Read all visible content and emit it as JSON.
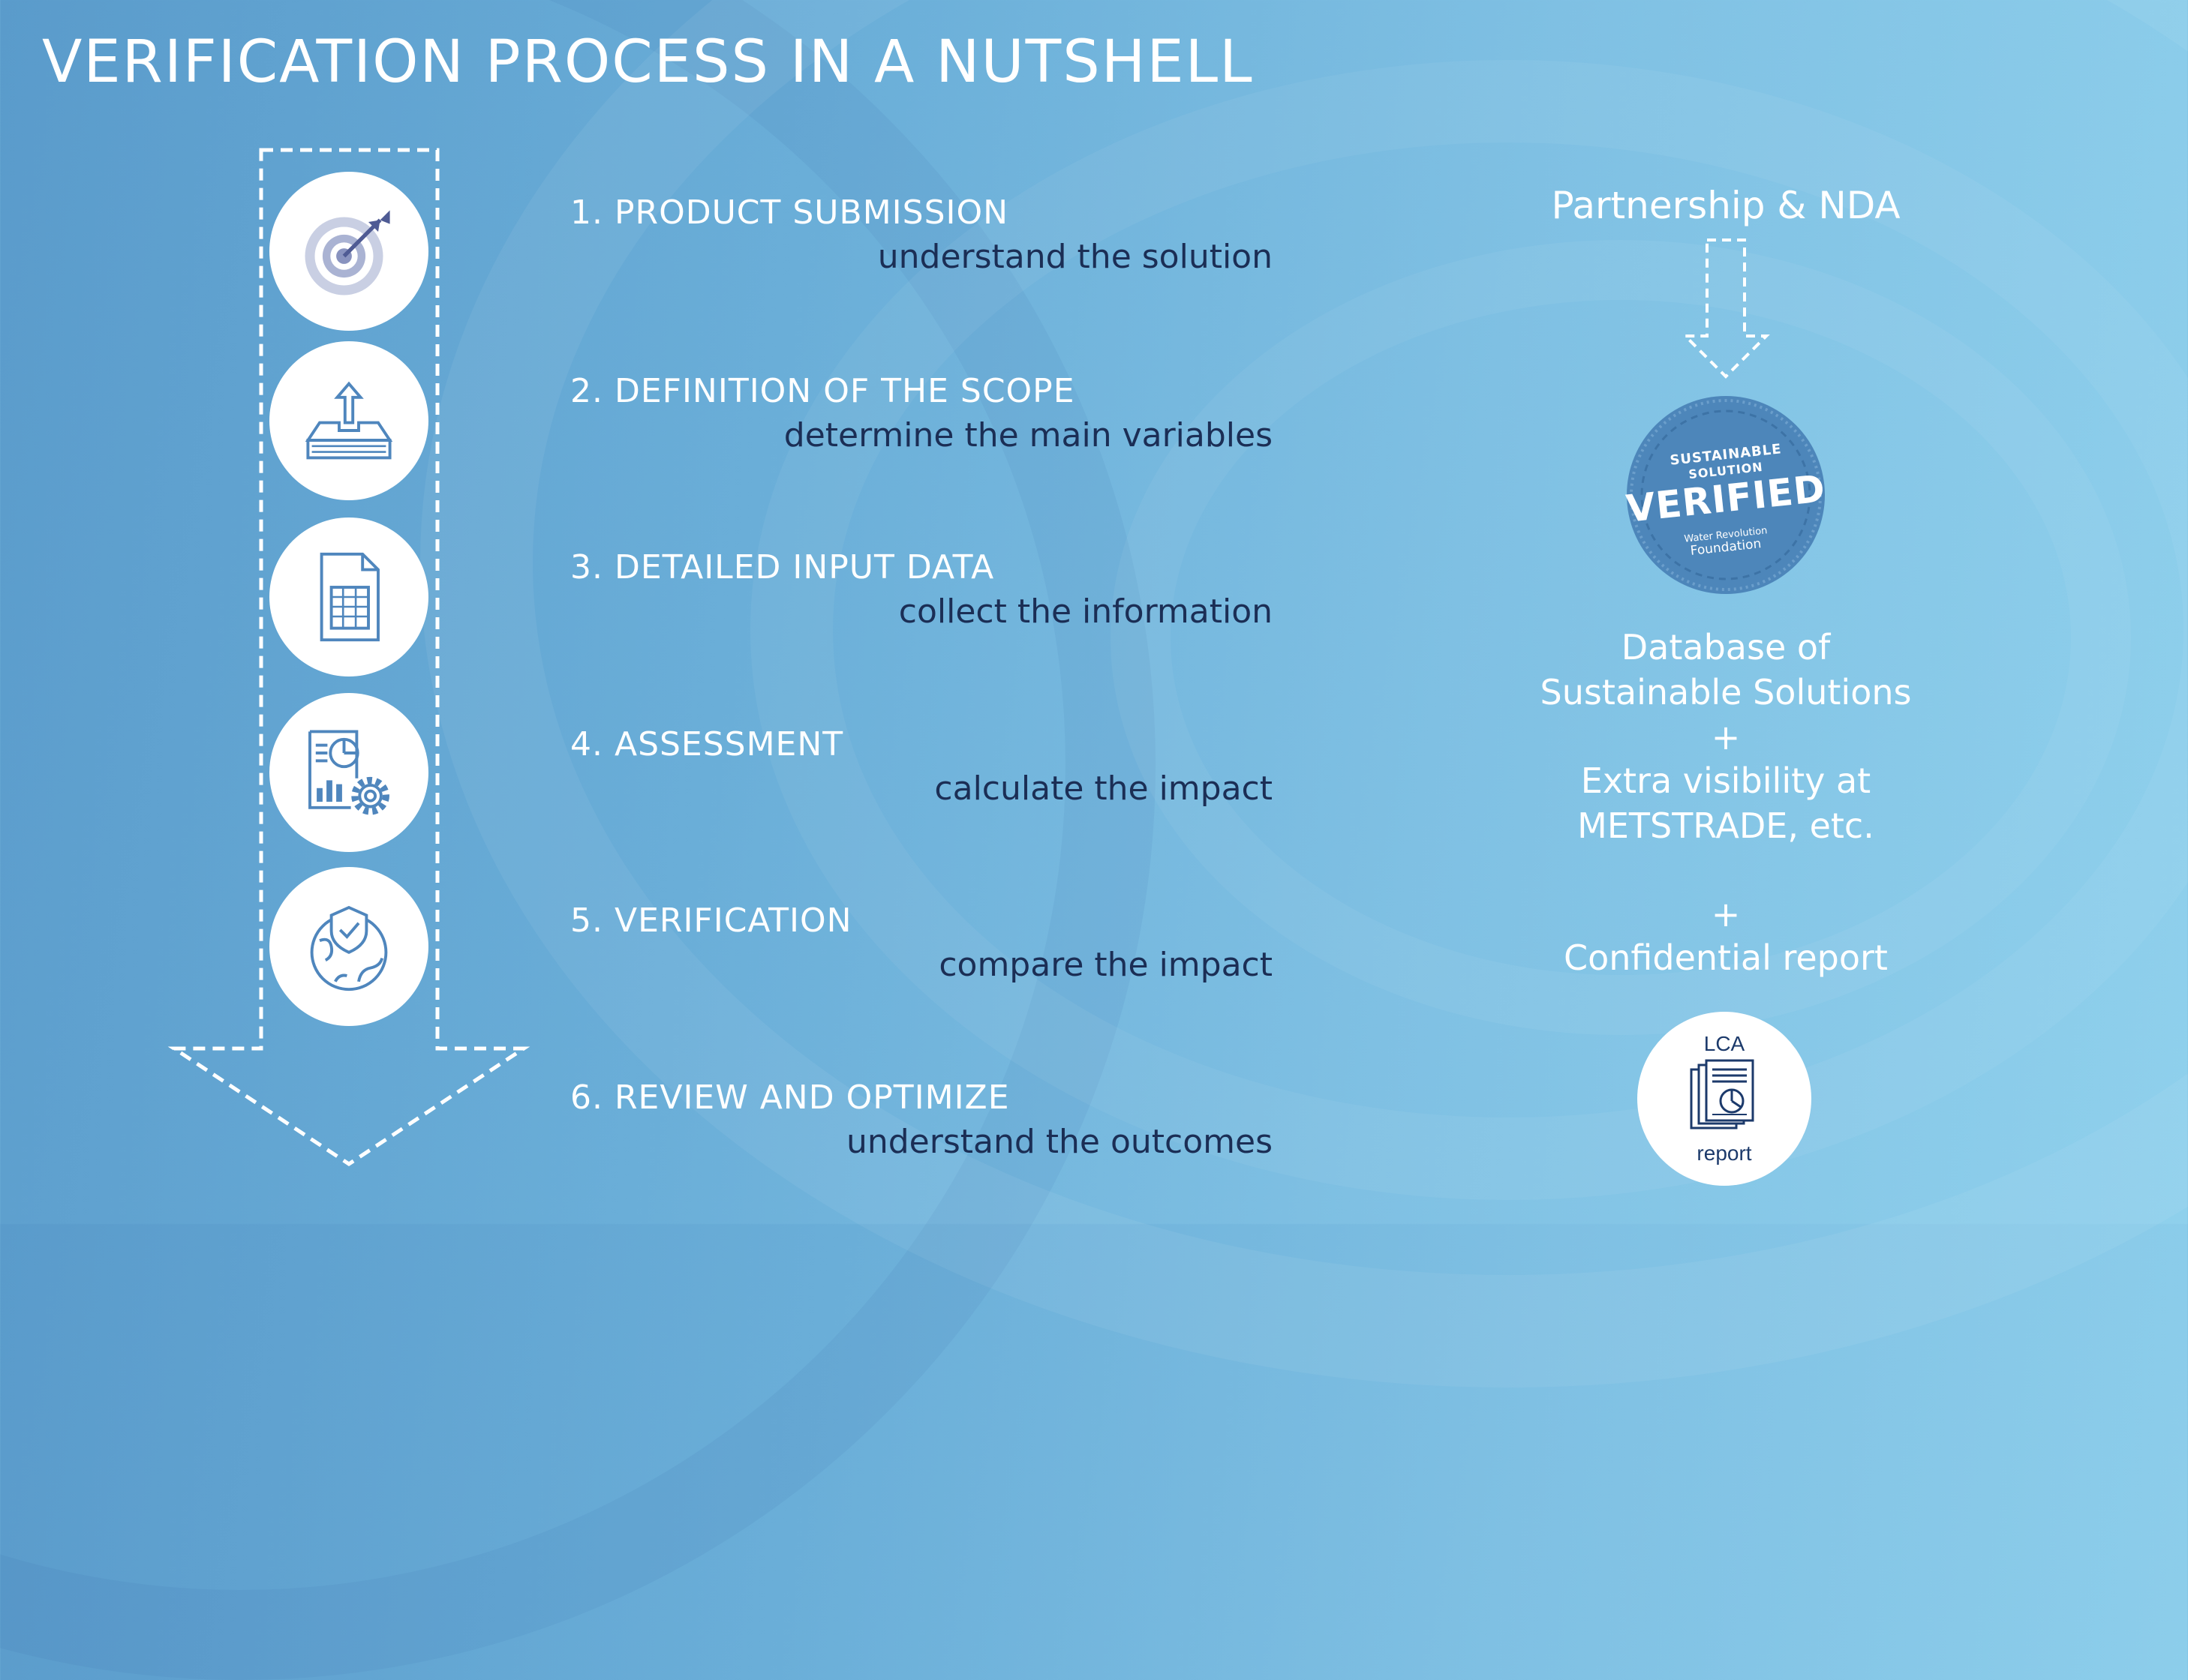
{
  "title": "VERIFICATION PROCESS IN A NUTSHELL",
  "steps": [
    {
      "title": "1. PRODUCT SUBMISSION",
      "subtitle": "understand the solution",
      "icon": "target-icon"
    },
    {
      "title": "2. DEFINITION OF THE  SCOPE",
      "subtitle": "determine the main variables",
      "icon": "upload-inbox-icon"
    },
    {
      "title": "3. DETAILED INPUT DATA",
      "subtitle": "collect the information",
      "icon": "spreadsheet-document-icon"
    },
    {
      "title": "4. ASSESSMENT",
      "subtitle": "calculate the impact",
      "icon": "report-gear-icon"
    },
    {
      "title": "5. VERIFICATION",
      "subtitle": "compare the impact",
      "icon": "globe-shield-icon"
    },
    {
      "title": "6. REVIEW AND OPTIMIZE",
      "subtitle": "understand the outcomes",
      "icon": ""
    }
  ],
  "right": {
    "heading": "Partnership & NDA",
    "badge": {
      "line1": "SUSTAINABLE",
      "line2": "SOLUTION",
      "line3": "VERIFIED",
      "line4": "Water Revolution",
      "line5": "Foundation"
    },
    "benefits": [
      "Database of",
      "Sustainable Solutions",
      "+",
      "Extra visibility at",
      "METSTRADE, etc.",
      "+",
      "Confidential report"
    ],
    "report_icon": {
      "top_label": "LCA",
      "bottom_label": "report"
    }
  },
  "colors": {
    "background_left": "#5a9bcb",
    "background_right": "#8fd0ec",
    "dark_text": "#1b2e55",
    "icon_blue": "#4f86bd"
  }
}
